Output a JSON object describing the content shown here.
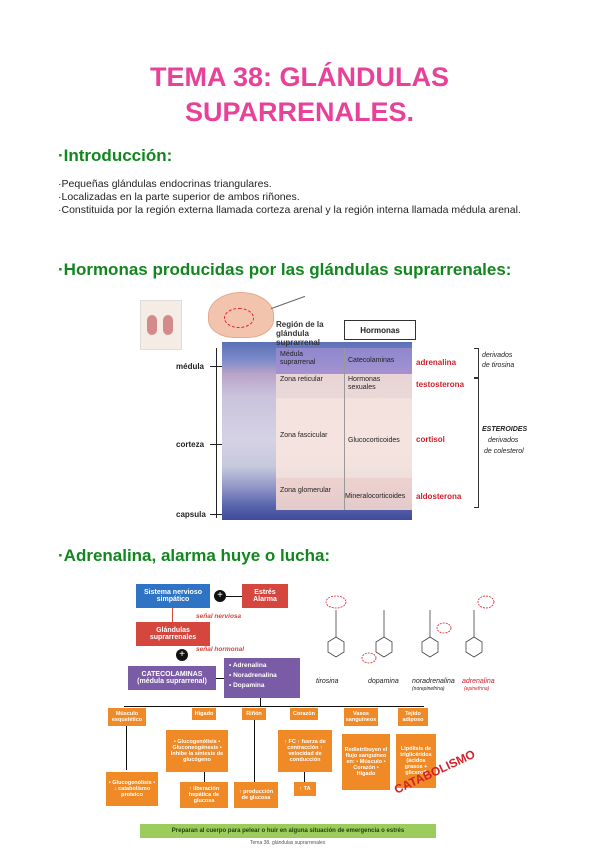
{
  "title": {
    "line1": "TEMA 38: GLÁNDULAS",
    "line2": "SUPARRENALES."
  },
  "intro": {
    "heading": "·Introducción:",
    "lines": [
      "·Pequeñas glándulas endocrinas triangulares.",
      "·Localizadas en la parte superior de ambos riñones.",
      "·Constituida por la región externa llamada corteza arenal y la región interna llamada médula arenal."
    ]
  },
  "hormones": {
    "heading": "·Hormonas producidas por las glándulas suprarrenales:",
    "table_header_region": "Región de la glándula suprarrenal",
    "table_header_hormones": "Hormonas",
    "left_labels": [
      "médula",
      "corteza",
      "capsula"
    ],
    "rows": [
      {
        "zone": "Médula suprarrenal",
        "hormone_class": "Catecolaminas",
        "hormone": "adrenalina"
      },
      {
        "zone": "Zona reticular",
        "hormone_class": "Hormonas sexuales",
        "hormone": "testosterona"
      },
      {
        "zone": "Zona fascicular",
        "hormone_class": "Glucocorticoides",
        "hormone": "cortisol"
      },
      {
        "zone": "Zona glomerular",
        "hormone_class": "Mineralocorticoides",
        "hormone": "aldosterona"
      }
    ],
    "group1": {
      "line1": "derivados",
      "line2": "de tirosina"
    },
    "group2": {
      "line1": "ESTEROIDES",
      "line2": "derivados",
      "line3": "de colesterol"
    }
  },
  "adrenaline": {
    "heading": "·Adrenalina, alarma huye o lucha:",
    "snp": "Sistema nervioso simpático",
    "stress": "Estrés Alarma",
    "senal_nerviosa": "señal nerviosa",
    "glands": "Glándulas suprarrenales",
    "senal_hormonal": "señal hormonal",
    "catecol": "CATECOLAMINAS (médula suprarrenal)",
    "catecol_list": [
      "• Adrenalina",
      "• Noradrenalina",
      "• Dopamina"
    ],
    "molecules": [
      {
        "name": "tirosina",
        "sub": ""
      },
      {
        "name": "dopamina",
        "sub": ""
      },
      {
        "name": "noradrenalina",
        "sub": "(norepinefrina)"
      },
      {
        "name": "adrenalina",
        "sub": "(epinefrina)"
      }
    ],
    "organs": [
      "Músculo esquelético",
      "Hígado",
      "Riñón",
      "Corazón",
      "Vasos sanguíneos",
      "Tejido adiposo"
    ],
    "effects_mid": [
      "• Glucogenólisis • Gluconeogénesis • Inhibe la síntesis de glucógeno",
      "↑ FC ↑ fuerza de contracción ↑ velocidad de conducción",
      "Redistribuyen el flujo sanguíneo en: • Músculo • Corazón • Hígado",
      "Lipólisis de triglicéridos (ácidos grasos + glicerol)"
    ],
    "effects_bottom": [
      "• Glucogenólisis • ↓ catabolismo proteico",
      "↑ liberación hepática de glucosa",
      "↑ producción de glucosa",
      "↑ TA"
    ],
    "catabolismo": "CATABOLISMO",
    "banner": "Preparan al cuerpo para pelear o huir en alguna situación de emergencia o estrés",
    "footer": "Tema 38. glándulas suprarrenales",
    "colors": {
      "pink": "#e8419a",
      "green": "#12861f",
      "blue": "#2e73c4",
      "red_box": "#d5463f",
      "purple": "#7a5ba6",
      "orange": "#ef8a26",
      "banner_green": "#9ccc5c"
    }
  }
}
